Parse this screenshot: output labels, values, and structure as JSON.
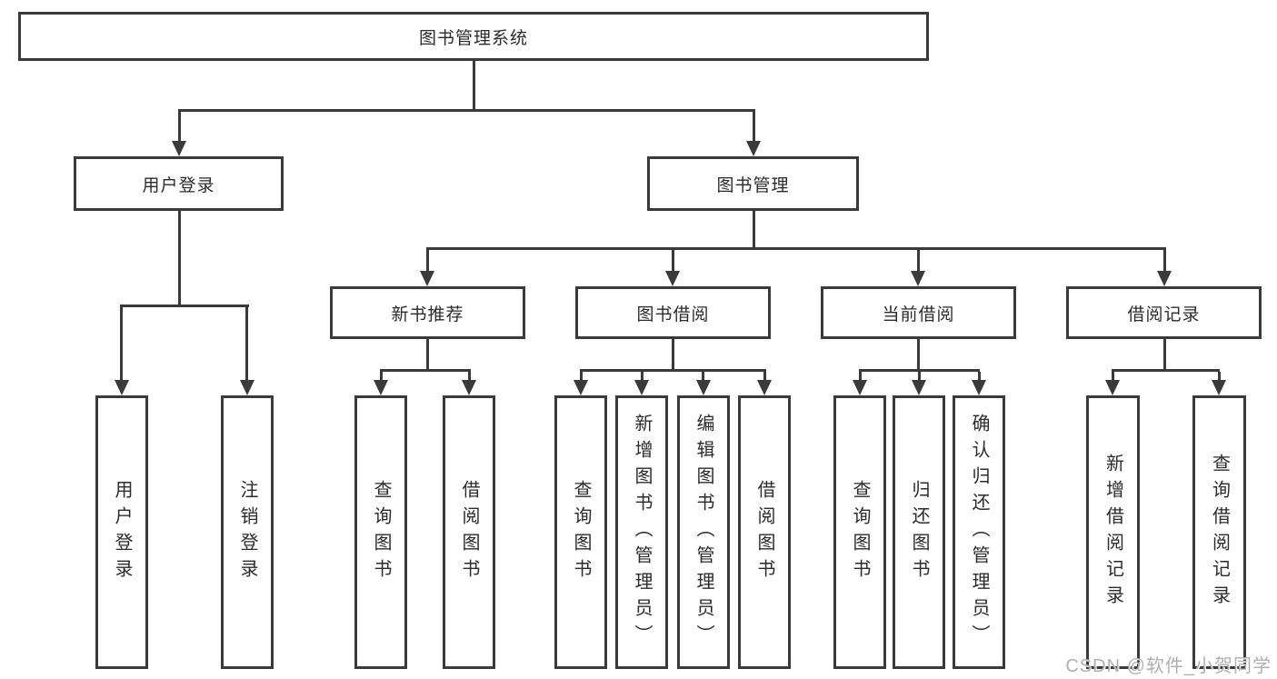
{
  "diagram": {
    "title": "图书管理系统",
    "root": {
      "label": "图书管理系统"
    },
    "level2": [
      {
        "label": "用户登录"
      },
      {
        "label": "图书管理"
      }
    ],
    "level3": [
      {
        "label": "新书推荐"
      },
      {
        "label": "图书借阅"
      },
      {
        "label": "当前借阅"
      },
      {
        "label": "借阅记录"
      }
    ],
    "leaves": {
      "login": [
        "用户登录",
        "注销登录"
      ],
      "recommend": [
        "查询图书",
        "借阅图书"
      ],
      "borrow": [
        "查询图书",
        "新增图书（管理员）",
        "编辑图书（管理员）",
        "借阅图书"
      ],
      "current": [
        "查询图书",
        "归还图书",
        "确认归还（管理员）"
      ],
      "records": [
        "新增借阅记录",
        "查询借阅记录"
      ]
    }
  },
  "watermark": "CSDN @软件_小贺同学",
  "colors": {
    "line": "#3a3a3a",
    "text": "#2b2b2b",
    "background": "#ffffff",
    "watermark": "#b0b0b0"
  }
}
